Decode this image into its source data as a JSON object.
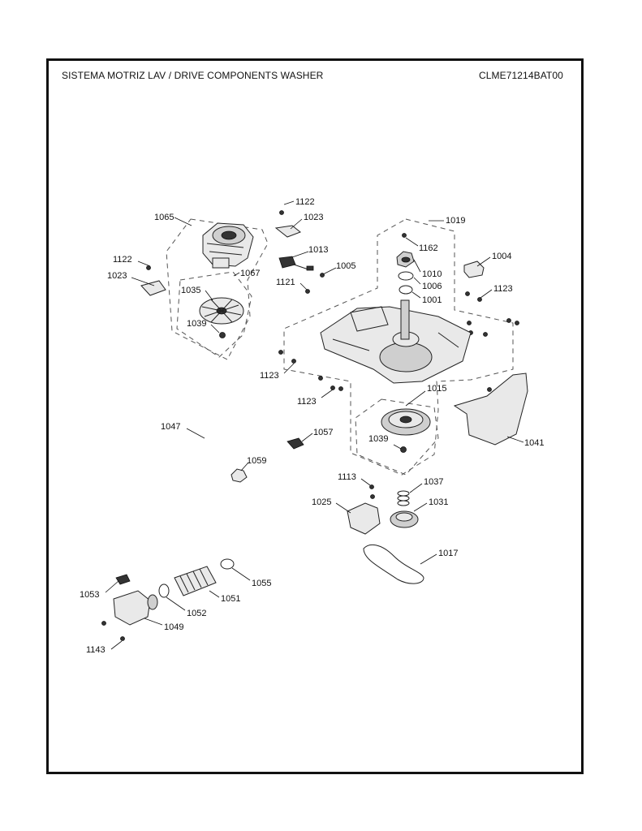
{
  "header": {
    "title": "SISTEMA MOTRIZ LAV / DRIVE COMPONENTS WASHER",
    "model": "CLME71214BAT00"
  },
  "labels": {
    "l1122a": "1122",
    "l1023a": "1023",
    "l1065": "1065",
    "l1013": "1013",
    "l1122b": "1122",
    "l1023b": "1023",
    "l1067": "1067",
    "l1005": "1005",
    "l1121": "1121",
    "l1035": "1035",
    "l1039a": "1039",
    "l1019": "1019",
    "l1162": "1162",
    "l1004": "1004",
    "l1010": "1010",
    "l1006": "1006",
    "l1001": "1001",
    "l1123a": "1123",
    "l1123b": "1123",
    "l1123c": "1123",
    "l1015": "1015",
    "l1041": "1041",
    "l1047": "1047",
    "l1057": "1057",
    "l1039b": "1039",
    "l1059": "1059",
    "l1113": "1113",
    "l1037": "1037",
    "l1025": "1025",
    "l1031": "1031",
    "l1017": "1017",
    "l1055": "1055",
    "l1053": "1053",
    "l1051": "1051",
    "l1052": "1052",
    "l1049": "1049",
    "l1143": "1143"
  }
}
